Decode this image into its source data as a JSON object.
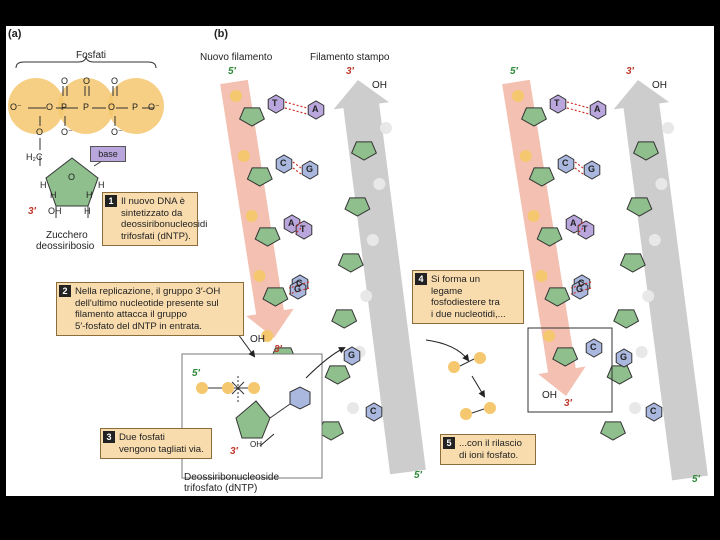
{
  "panels": {
    "a": "(a)",
    "b": "(b)"
  },
  "panel_a": {
    "fosfati": "Fosfati",
    "o_minus": "O⁻",
    "o": "O",
    "p": "P",
    "h2c": "H₂C",
    "base": "base",
    "h": "H",
    "oh": "OH",
    "three_prime": "3′",
    "sugar_line1": "Zucchero",
    "sugar_line2": "deossiribosio"
  },
  "headers": {
    "nuovo": "Nuovo filamento",
    "stampo": "Filamento stampo"
  },
  "primes": {
    "five": "5′",
    "three": "3′"
  },
  "oh": "OH",
  "bases": {
    "T": "T",
    "A": "A",
    "C": "C",
    "G": "G"
  },
  "notes": [
    {
      "num": "1",
      "lines": [
        "Il nuovo DNA è",
        "sintetizzato da",
        "deossiribonucleosidi",
        "trifosfati (dNTP)."
      ]
    },
    {
      "num": "2",
      "lines": [
        "Nella replicazione, il gruppo 3′-OH",
        "dell'ultimo nucleotide presente sul",
        "filamento attacca il gruppo",
        "5′-fosfato del dNTP in entrata."
      ]
    },
    {
      "num": "3",
      "lines": [
        "Due fosfati",
        "vengono tagliati via."
      ]
    },
    {
      "num": "4",
      "lines": [
        "Si forma un",
        "legame",
        "fosfodiestere tra",
        "i due nucleotidi,..."
      ]
    },
    {
      "num": "5",
      "lines": [
        "...con il rilascio",
        "di ioni fosfato."
      ]
    }
  ],
  "dntp": {
    "line1": "Deossiribonucleoside",
    "line2": "trifosfato (dNTP)"
  },
  "colors": {
    "arrow_pink": "#f2b9a8",
    "arrow_grey": "#c8c8c8",
    "sugar": "#8fbf8c",
    "phosphate": "#f5c76e",
    "base_purple": "#b9a6dc",
    "base_blue": "#aab8e0",
    "note_bg": "#f8dcae",
    "hbond": "#d0302a"
  }
}
